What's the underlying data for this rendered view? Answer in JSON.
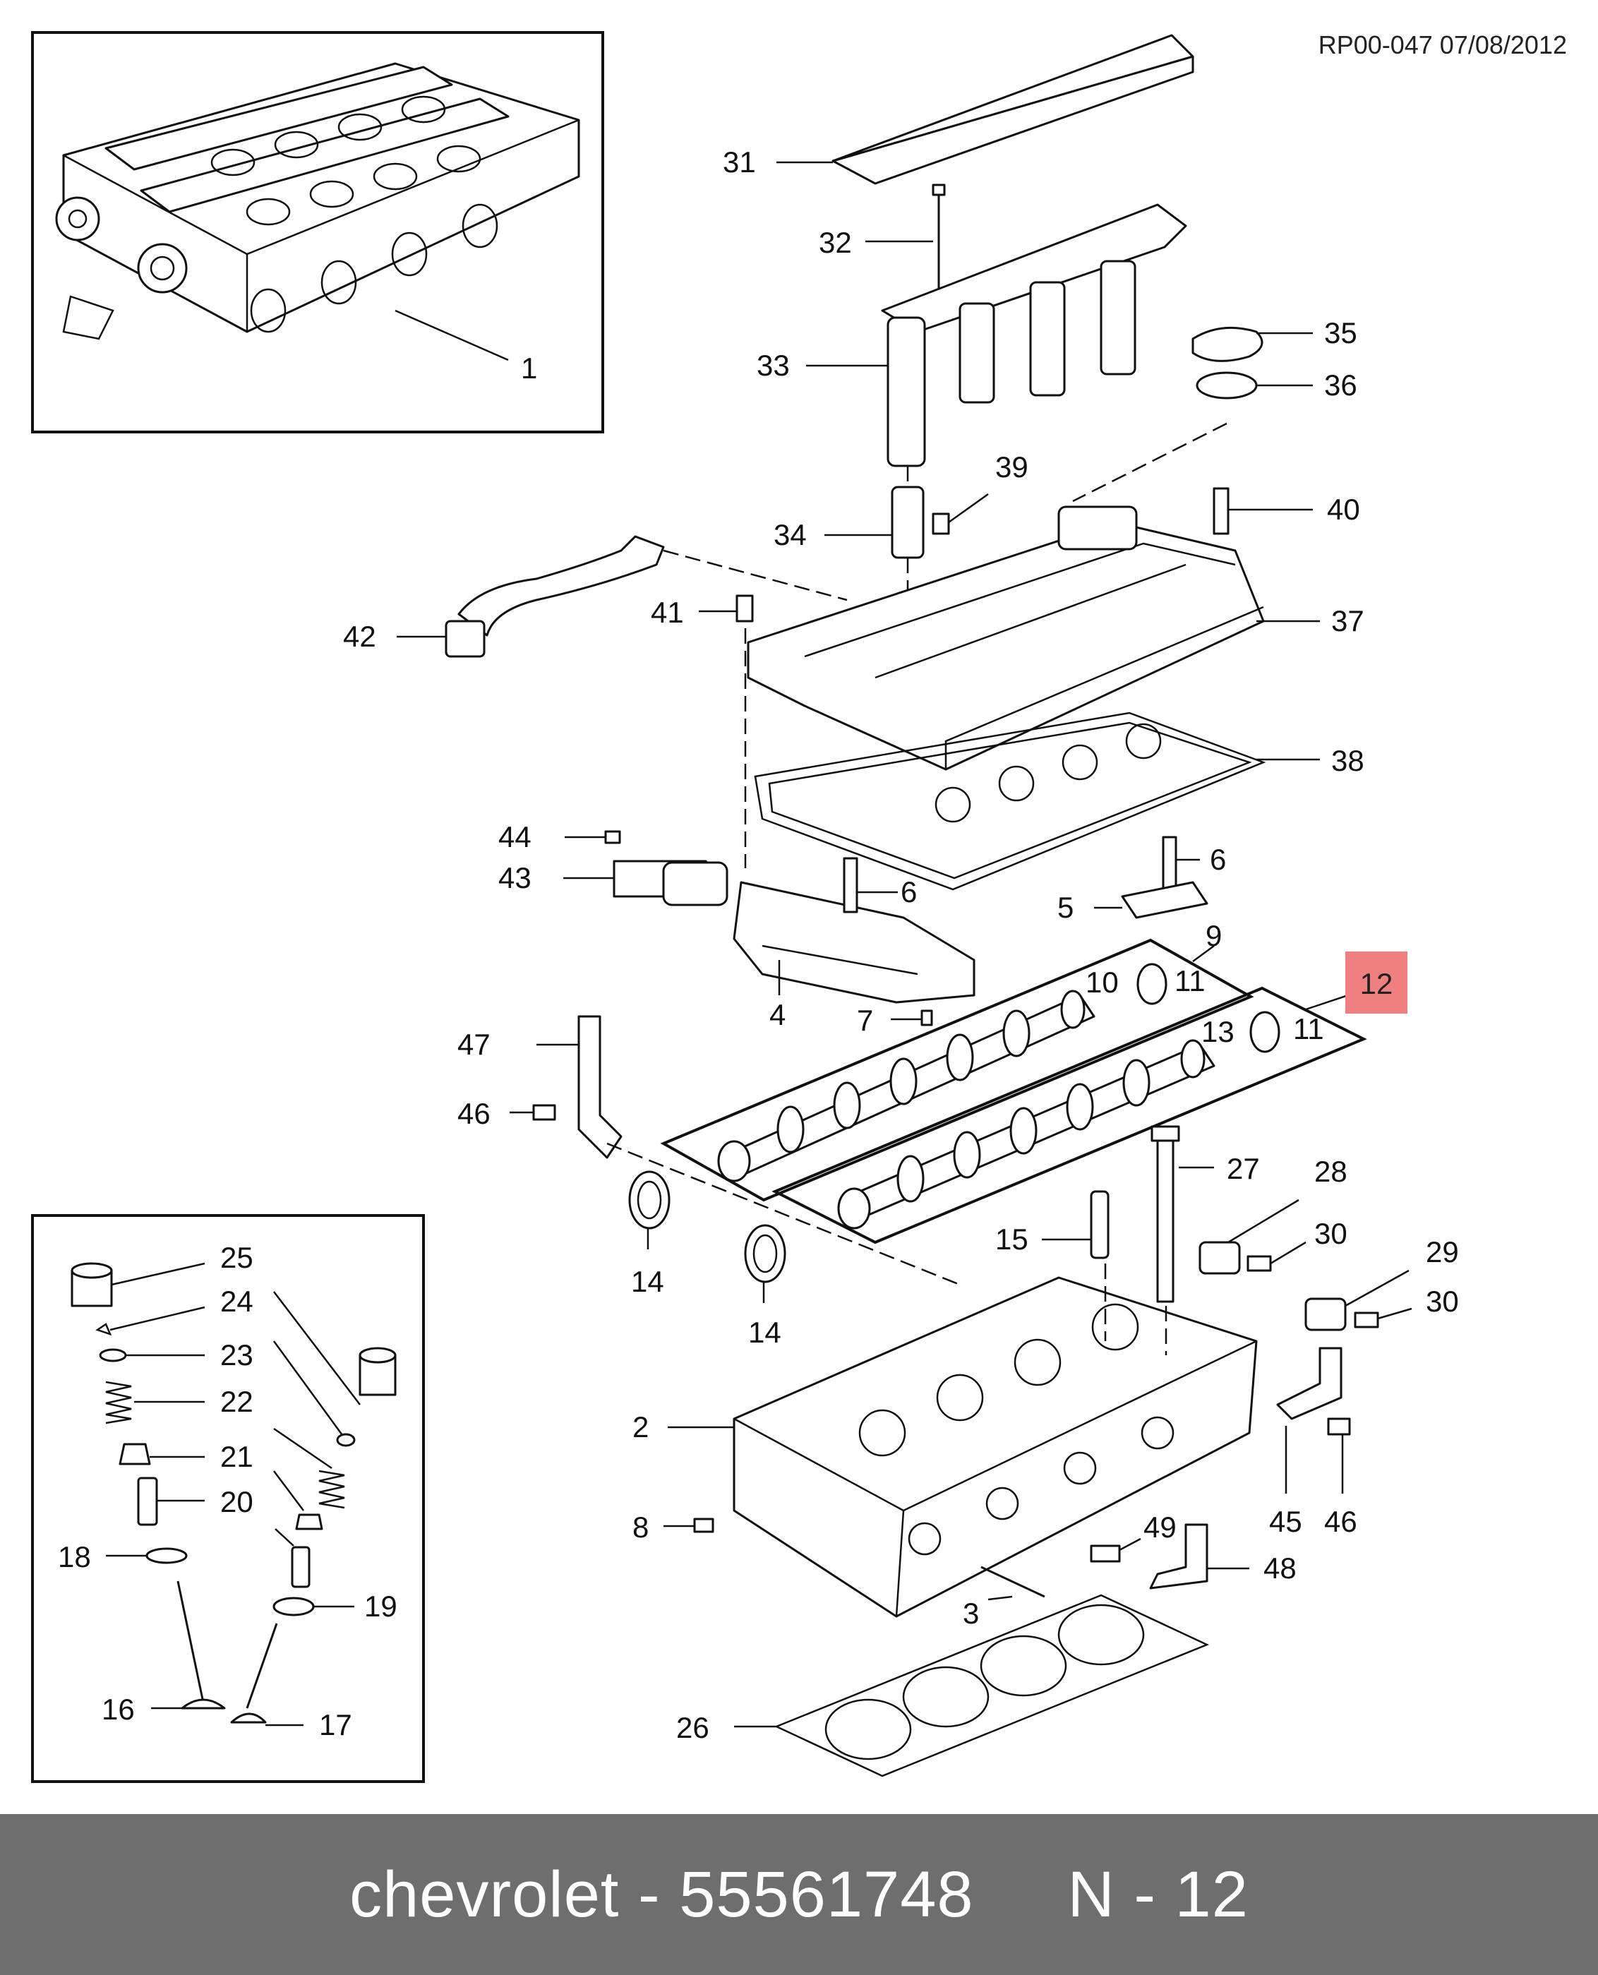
{
  "document_ref": "RP00-047 07/08/2012",
  "highlighted_label": "12",
  "highlight_color": "#f08080",
  "callouts": [
    "1",
    "2",
    "3",
    "4",
    "5",
    "6",
    "6",
    "7",
    "8",
    "9",
    "10",
    "11",
    "11",
    "12",
    "13",
    "14",
    "14",
    "15",
    "16",
    "17",
    "18",
    "19",
    "20",
    "21",
    "22",
    "23",
    "24",
    "25",
    "26",
    "27",
    "28",
    "29",
    "30",
    "30",
    "31",
    "32",
    "33",
    "34",
    "35",
    "36",
    "37",
    "38",
    "39",
    "40",
    "41",
    "42",
    "43",
    "44",
    "45",
    "46",
    "46",
    "47",
    "48",
    "49"
  ],
  "footer": {
    "brand": "chevrolet",
    "separator": " - ",
    "part_number": "55561748",
    "page_label": "N - 12"
  },
  "colors": {
    "footer_bg": "#6e6e6e",
    "footer_text": "#ffffff",
    "line": "#111111"
  }
}
